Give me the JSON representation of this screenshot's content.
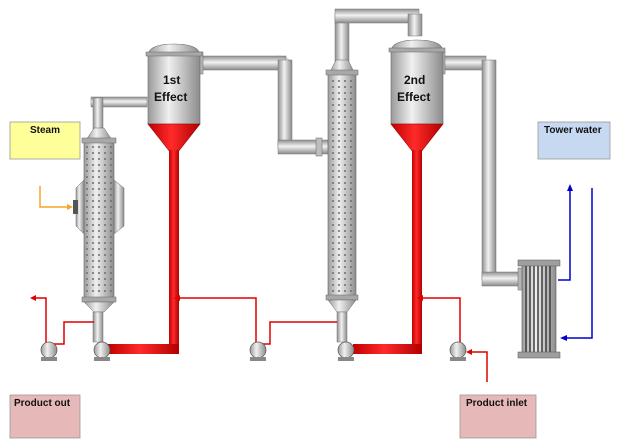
{
  "labels": {
    "steam": "Steam",
    "tower_water": "Tower water",
    "product_out": "Product out",
    "product_inlet": "Product inlet",
    "effect1_line1": "1st",
    "effect1_line2": "Effect",
    "effect2_line1": "2nd",
    "effect2_line2": "Effect"
  },
  "colors": {
    "steam_box": "#ffff99",
    "tower_water_box": "#c6d9f1",
    "product_box": "#e6b9b8",
    "product_line": "#e00000",
    "steam_line": "#f6a623",
    "cooling_line": "#0000cc",
    "pipe": "#c0c0c0"
  },
  "icons": [
    "centrifugal-pump-icon",
    "flow-arrow-icon"
  ]
}
